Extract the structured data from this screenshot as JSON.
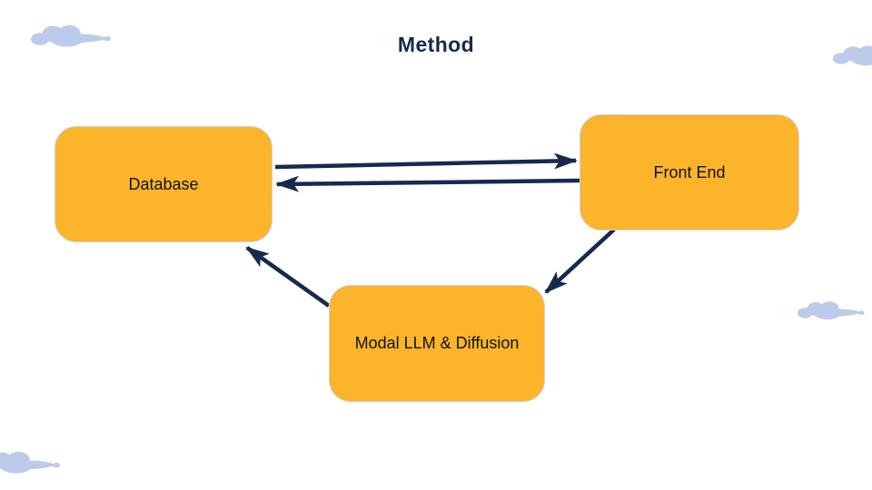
{
  "title": "Method",
  "colors": {
    "navy": "#152A4D",
    "orange": "#FCB42B",
    "box-border": "#C9D3E2",
    "cloud": "#BCCBEA",
    "label": "#111111",
    "background": "#FFFFFF"
  },
  "diagram": {
    "nodes": [
      {
        "id": "database",
        "label": "Database"
      },
      {
        "id": "front-end",
        "label": "Front End"
      },
      {
        "id": "modal-llm-diffusion",
        "label": "Modal LLM & Diffusion"
      }
    ],
    "edges": [
      {
        "from": "database",
        "to": "front-end"
      },
      {
        "from": "front-end",
        "to": "database"
      },
      {
        "from": "front-end",
        "to": "modal-llm-diffusion"
      },
      {
        "from": "modal-llm-diffusion",
        "to": "database"
      }
    ]
  },
  "decorations": {
    "clouds": [
      "top-left",
      "top-right",
      "middle-right",
      "bottom-left"
    ]
  }
}
